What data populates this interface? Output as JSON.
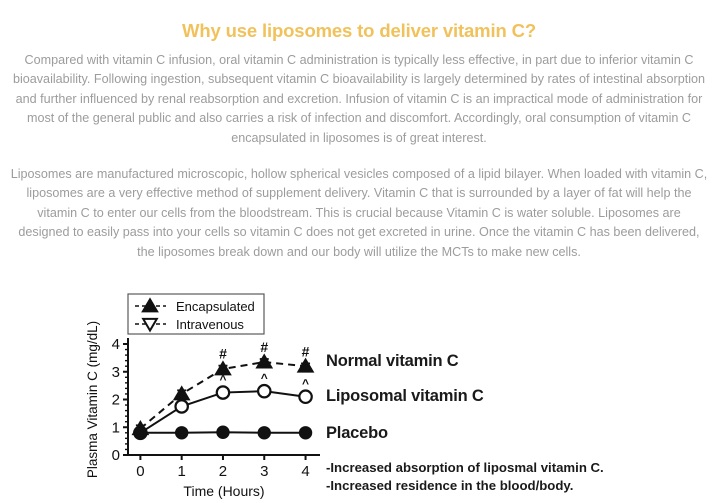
{
  "header": {
    "title": "Why use liposomes to deliver vitamin C?",
    "title_color": "#f1c25c"
  },
  "body": {
    "paragraph_1": "Compared with vitamin C infusion, oral vitamin C administration is typically less effective, in part due to inferior vitamin C bioavailability. Following ingestion, subsequent vitamin C bioavailability is largely determined by rates of intestinal absorption and further influenced by renal reabsorption and excretion. Infusion of vitamin C is an impractical mode of administration for most of the general public and also carries a risk of infection and discomfort. Accordingly, oral consumption of vitamin C encapsulated in liposomes is of great interest.",
    "paragraph_2": "Liposomes are manufactured microscopic, hollow spherical vesicles composed of a lipid bilayer. When loaded with vitamin C, liposomes are a very effective method of supplement delivery. Vitamin C that is surrounded by a layer of fat will help the vitamin C to enter our cells from the bloodstream. This is crucial because Vitamin C is water soluble. Liposomes are designed to easily pass into your cells so vitamin C does not get excreted in urine. Once the vitamin C has been delivered, the liposomes break down and our body will utilize the MCTs to make new cells.",
    "text_color": "#9c9c9c"
  },
  "figure": {
    "callout_labels": [
      "Normal vitamin C",
      "Liposomal vitamin C",
      "Placebo"
    ],
    "takeaways": [
      "-Increased absorption of liposmal vitamin C.",
      "-Increased residence in the blood/body."
    ]
  },
  "chart_data": {
    "type": "line",
    "title": "",
    "xlabel": "Time (Hours)",
    "ylabel": "Plasma Vitamin C (mg/dL)",
    "x": [
      0,
      1,
      2,
      3,
      4
    ],
    "xtick_labels": [
      "0",
      "1",
      "2",
      "3",
      "4"
    ],
    "ytick_labels": [
      "0",
      "1",
      "2",
      "3",
      "4"
    ],
    "xlim": [
      -0.3,
      4.35
    ],
    "ylim": [
      0,
      4
    ],
    "grid": false,
    "legend_position": "top-left",
    "legend_entries": [
      "Encapsulated",
      "Intravenous"
    ],
    "series": [
      {
        "name": "Encapsulated",
        "callout": "Normal vitamin C",
        "marker": "filled-triangle-up",
        "linestyle": "dashed",
        "color": "#111111",
        "values": [
          0.95,
          2.2,
          3.1,
          3.35,
          3.2
        ],
        "errors": [
          0.12,
          0.13,
          0.12,
          0.11,
          0.1
        ],
        "annotations": [
          null,
          null,
          "#",
          "#",
          "#"
        ]
      },
      {
        "name": "Intravenous",
        "callout": "Liposomal vitamin C",
        "marker": "open-circle",
        "linestyle": "solid",
        "color": "#111111",
        "values": [
          0.8,
          1.75,
          2.25,
          2.3,
          2.1
        ],
        "errors": [
          0.08,
          0.1,
          0.08,
          0.08,
          0.08
        ],
        "annotations": [
          null,
          null,
          "^",
          "^",
          "^"
        ]
      },
      {
        "name": "Placebo",
        "callout": "Placebo",
        "marker": "filled-circle",
        "linestyle": "solid",
        "color": "#111111",
        "values": [
          0.8,
          0.8,
          0.82,
          0.8,
          0.8
        ],
        "errors": [
          0.04,
          0.04,
          0.04,
          0.04,
          0.04
        ],
        "annotations": [
          null,
          null,
          null,
          null,
          null
        ]
      }
    ]
  }
}
